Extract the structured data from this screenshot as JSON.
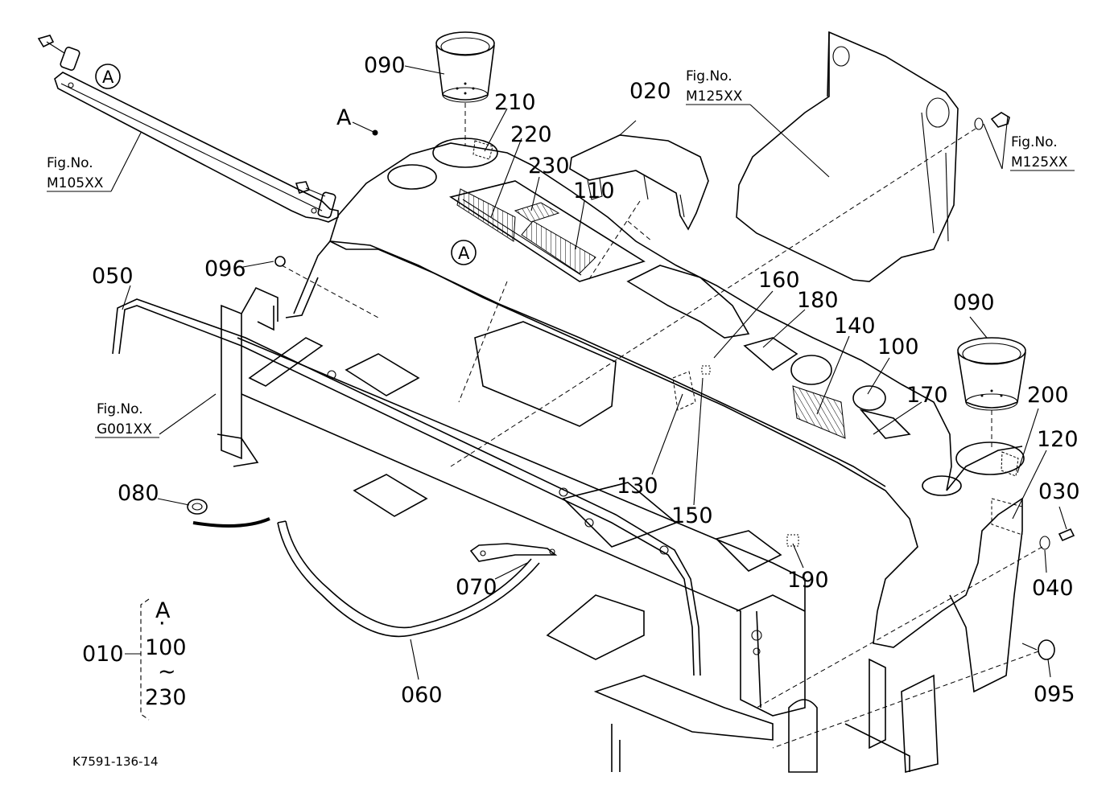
{
  "part_labels": {
    "p010": "010",
    "p020": "020",
    "p030": "030",
    "p040": "040",
    "p050": "050",
    "p060": "060",
    "p070": "070",
    "p080": "080",
    "p090a": "090",
    "p090b": "090",
    "p095": "095",
    "p096": "096",
    "p100": "100",
    "p110": "110",
    "p120": "120",
    "p130": "130",
    "p140": "140",
    "p150": "150",
    "p160": "160",
    "p170": "170",
    "p180": "180",
    "p190": "190",
    "p200": "200",
    "p210": "210",
    "p220": "220",
    "p230": "230"
  },
  "callouts": {
    "a_top": "A",
    "a_circle_left": "A",
    "a_circle_mid": "A"
  },
  "fig_refs": {
    "m105": {
      "title": "Fig.No.",
      "code": "M105XX"
    },
    "m125_top": {
      "title": "Fig.No.",
      "code": "M125XX"
    },
    "m125_right": {
      "title": "Fig.No.",
      "code": "M125XX"
    },
    "g001": {
      "title": "Fig.No.",
      "code": "G001XX"
    }
  },
  "kit_group": {
    "label": "010",
    "line1": "A",
    "line2": "·",
    "line3": "100",
    "line4": "~",
    "line5": "230"
  },
  "drawing_code": "K7591-136-14"
}
